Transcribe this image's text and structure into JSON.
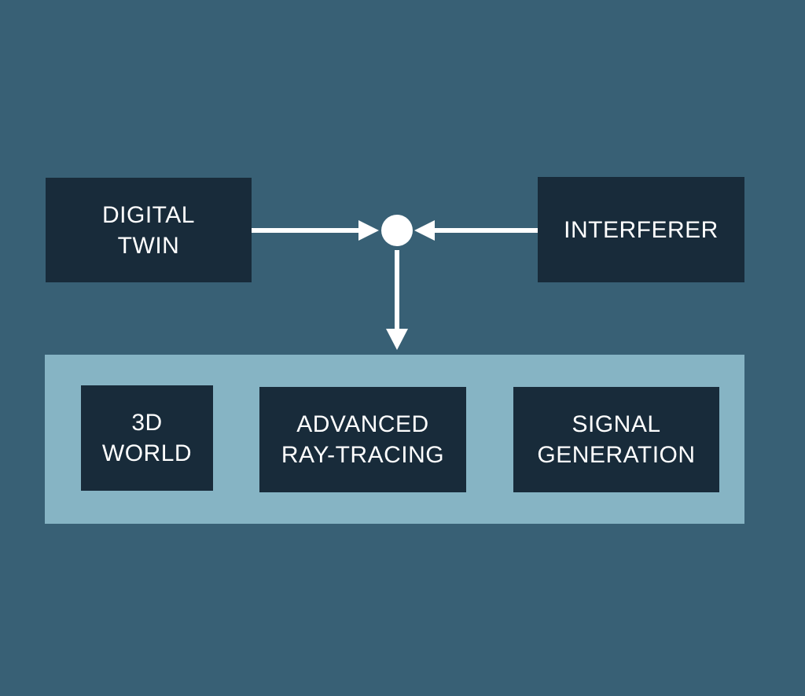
{
  "diagram": {
    "top_left": {
      "line1": "DIGITAL",
      "line2": "TWIN"
    },
    "top_right": {
      "label": "INTERFERER"
    },
    "bottom": [
      {
        "line1": "3D",
        "line2": "WORLD"
      },
      {
        "line1": "ADVANCED",
        "line2": "RAY-TRACING"
      },
      {
        "line1": "SIGNAL",
        "line2": "GENERATION"
      }
    ]
  },
  "colors": {
    "background": "#386075",
    "box": "#182b3a",
    "panel": "#86b4c4",
    "arrow": "#ffffff"
  }
}
